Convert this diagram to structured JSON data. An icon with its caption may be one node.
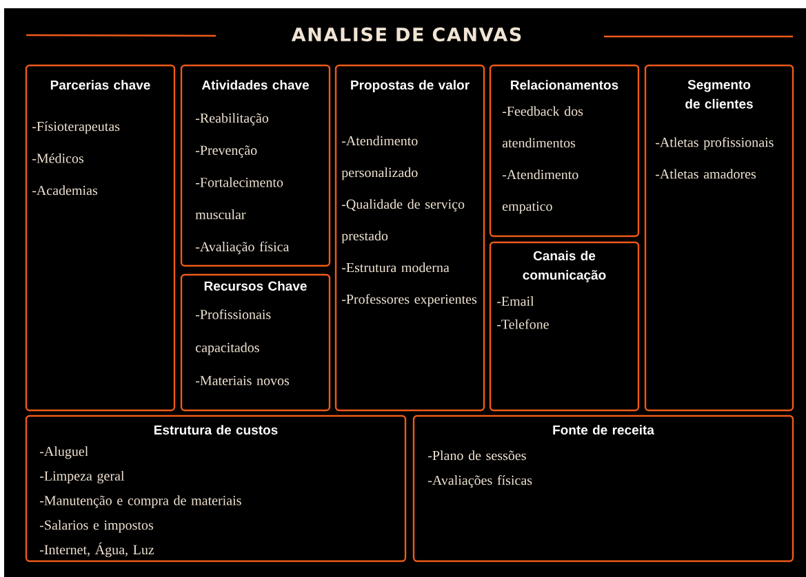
{
  "diagram": {
    "title": "ANALISE DE CANVAS",
    "nodes": [
      {
        "text": [
          "Parcerias chave",
          "-Físioterapeutas",
          "-Médicos",
          "-Academias"
        ]
      },
      {
        "text": [
          "Atividades chave",
          "-Reabilitação",
          "-Prevenção",
          "-Fortalecimento muscular",
          "-Avaliação física"
        ]
      },
      {
        "text": [
          "Recursos Chave",
          "-Profissionais capacitados",
          "-Materiais novos"
        ]
      },
      {
        "text": [
          "Propostas de valor",
          "-Atendimento personalizado",
          "-Qualidade de serviço prestado",
          "-Estrutura moderna",
          "-Professores experientes"
        ]
      },
      {
        "text": [
          "Relacionamentos",
          "-Feedback dos atendimentos",
          "-Atendimento empatico"
        ]
      },
      {
        "text": [
          "Canais de comunicação",
          "-Email",
          "-Telefone"
        ]
      },
      {
        "text": [
          "Segmento de clientes",
          "-Atletas profissionais",
          "-Atletas amadores"
        ]
      },
      {
        "text": [
          "Estrutura de custos",
          "-Aluguel",
          "-Limpeza geral",
          "-Manutenção e compra de materiais",
          "-Salarios e impostos",
          "-Internet, Água, Luz"
        ]
      },
      {
        "text": [
          "Fonte de receita",
          "-Plano de sessões",
          "-Avaliações físicas"
        ]
      }
    ]
  }
}
